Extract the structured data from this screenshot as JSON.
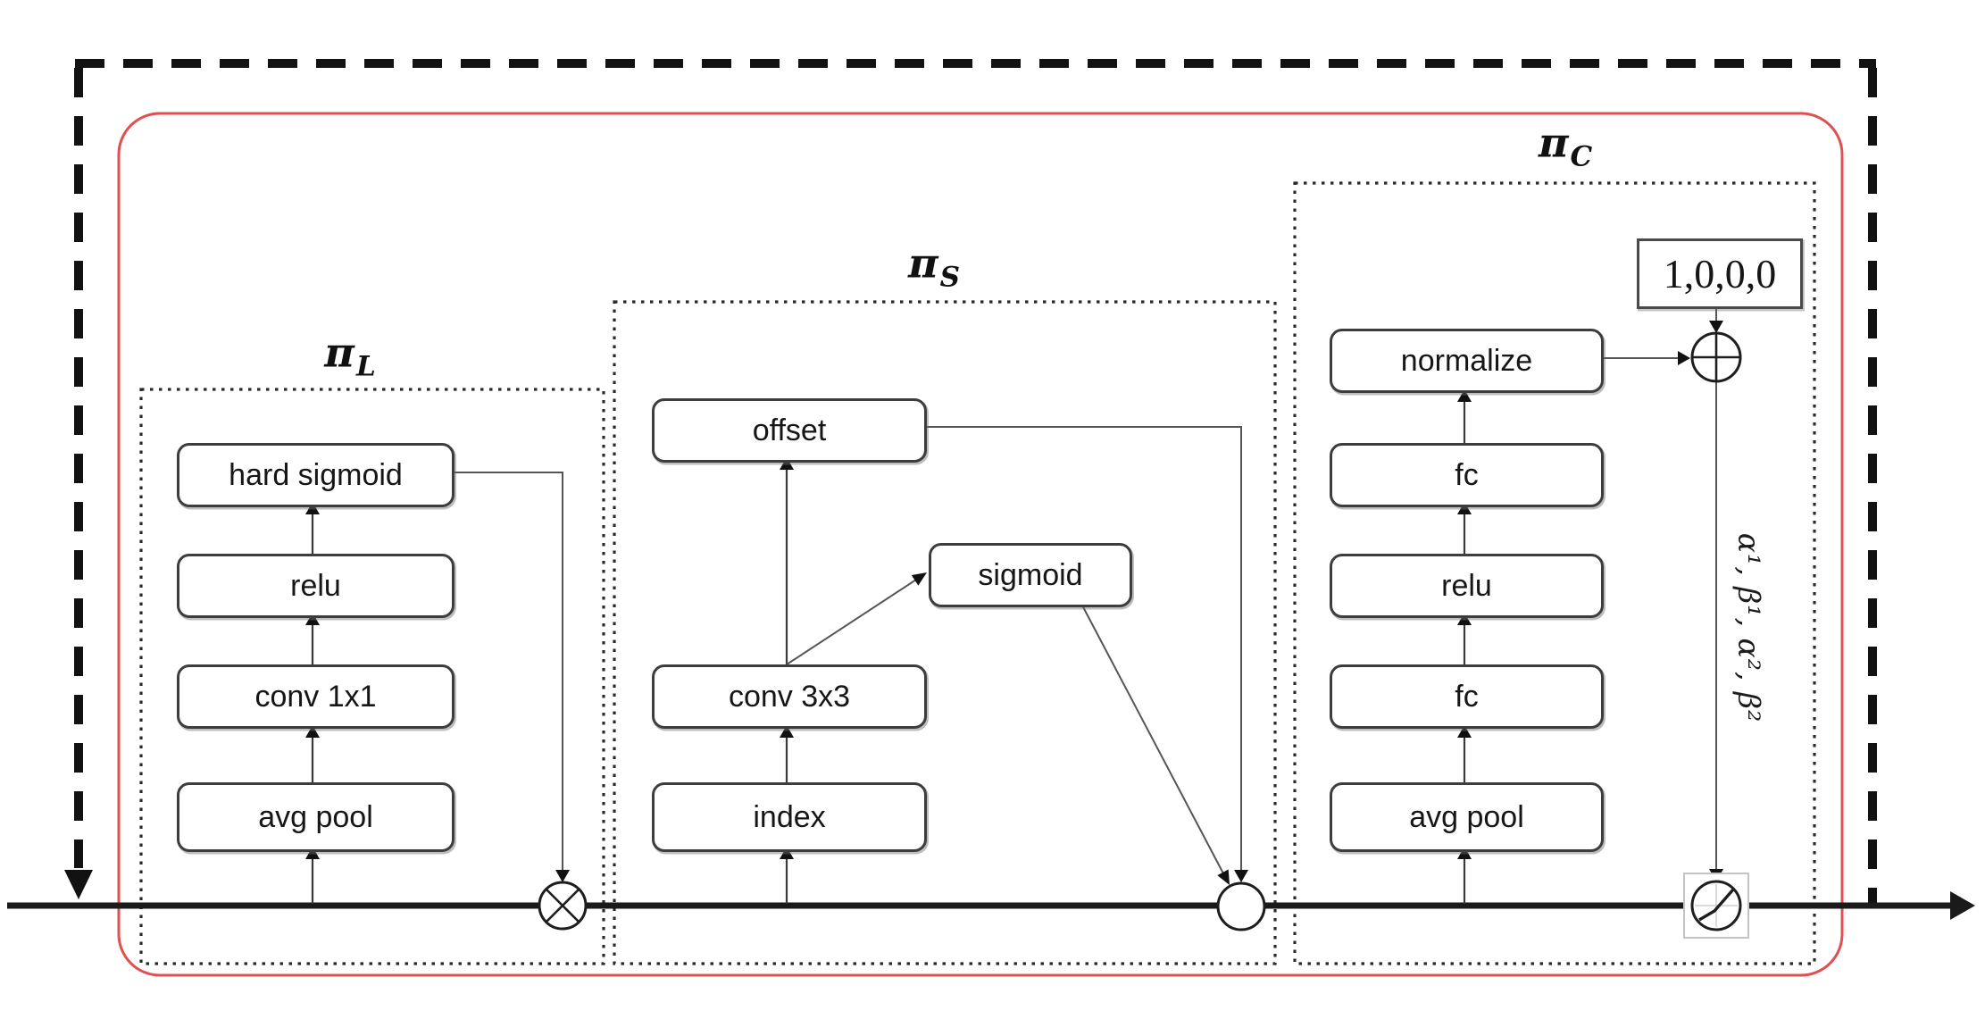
{
  "modules": {
    "pi_l": {
      "symbol": "π",
      "subscript": "L",
      "blocks": {
        "hard_sigmoid": "hard sigmoid",
        "relu": "relu",
        "conv1x1": "conv 1x1",
        "avg_pool": "avg pool"
      }
    },
    "pi_s": {
      "symbol": "π",
      "subscript": "S",
      "blocks": {
        "offset": "offset",
        "sigmoid": "sigmoid",
        "conv3x3": "conv 3x3",
        "index": "index"
      }
    },
    "pi_c": {
      "symbol": "π",
      "subscript": "C",
      "blocks": {
        "normalize": "normalize",
        "fc_top": "fc",
        "relu": "relu",
        "fc_bottom": "fc",
        "avg_pool": "avg pool"
      }
    },
    "pi_l_subscript_aria": "L"
  },
  "constant_vector": "1,0,0,0",
  "output_params": "α¹, β¹, α², β²",
  "operators": {
    "multiply": "circled-times",
    "merge": "empty-circle",
    "add": "circled-plus",
    "warp": "curve-in-circle"
  },
  "colors": {
    "highlight_border": "#e05050",
    "main_line": "#1a1a1a",
    "dotted_box": "#2a2a2a"
  }
}
